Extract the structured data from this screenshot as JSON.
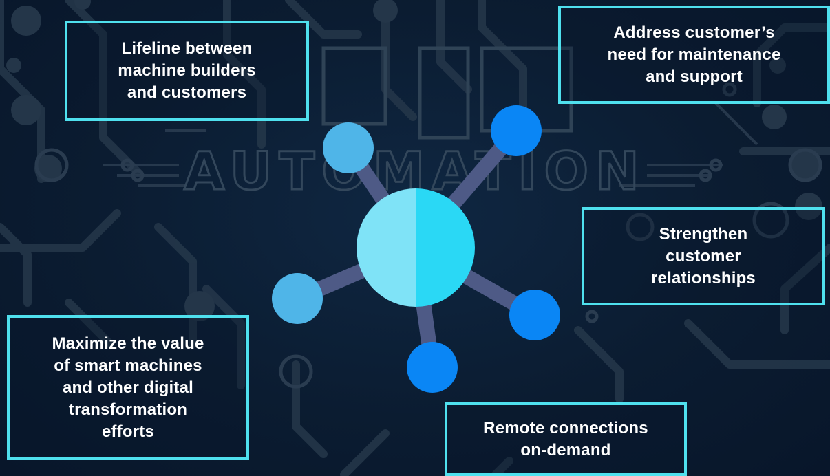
{
  "background": {
    "watermark_text": "AUTOMATION",
    "colors": {
      "base": "#0b1c31",
      "circuit": "#2a3c50"
    }
  },
  "hub": {
    "colors": {
      "center_left": "#7fe3f7",
      "center_right": "#2ad8f5",
      "spoke": "#4e5a86",
      "node_light": "#4fb5e8",
      "node_bright": "#0a86f5"
    }
  },
  "features": {
    "lifeline": "Lifeline between\nmachine builders\nand customers",
    "maintenance": "Address customer’s\nneed for maintenance\nand support",
    "relationships": "Strengthen\ncustomer\nrelationships",
    "maximize": "Maximize the value\nof smart machines\nand other digital\ntransformation\nefforts",
    "remote": "Remote connections\non-demand"
  },
  "accent_color": "#4fe0ee"
}
